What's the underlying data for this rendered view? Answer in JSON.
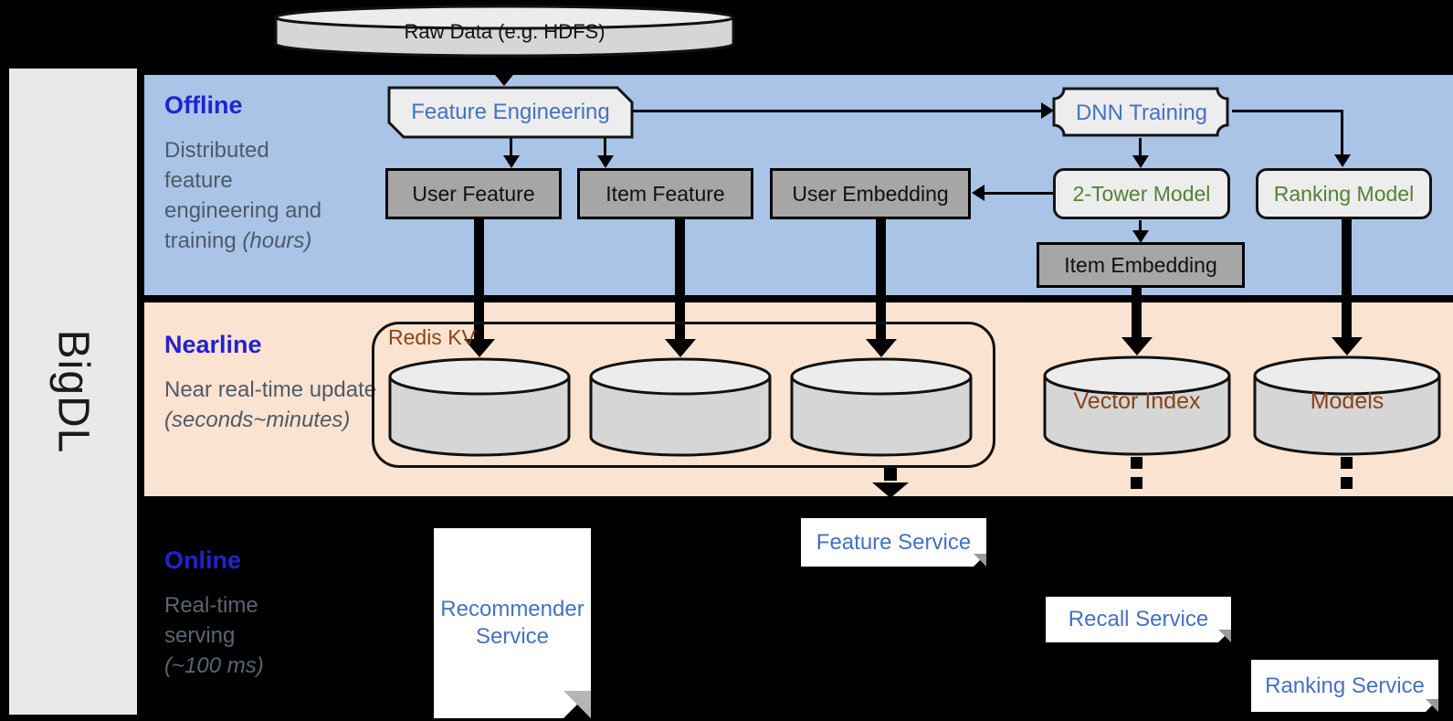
{
  "brand": {
    "label": "BigDL"
  },
  "raw_data": {
    "label": "Raw Data (e.g. HDFS)"
  },
  "bands": {
    "offline": {
      "title": "Offline",
      "description": "Distributed feature engineering and training",
      "description_italic": "(hours)"
    },
    "nearline": {
      "title": "Nearline",
      "description": "Near real-time update",
      "description_italic": "(seconds~minutes)"
    },
    "online": {
      "title": "Online",
      "description": "Real-time serving",
      "description_italic": "(~100 ms)"
    }
  },
  "offline_nodes": {
    "feature_engineering": "Feature Engineering",
    "dnn_training": "DNN Training",
    "user_feature": "User Feature",
    "item_feature": "Item Feature",
    "user_embedding": "User Embedding",
    "two_tower_model": "2-Tower Model",
    "ranking_model": "Ranking Model",
    "item_embedding": "Item Embedding"
  },
  "nearline_nodes": {
    "redis_kv_label": "Redis KV",
    "vector_index": "Vector Index",
    "models": "Models"
  },
  "online_nodes": {
    "recommender_service": "Recommender Service",
    "feature_service": "Feature Service",
    "recall_service": "Recall Service",
    "ranking_service": "Ranking Service"
  },
  "colors": {
    "background": "#000000",
    "sidebar": "#e9e9e9",
    "band_offline": "#aac4e8",
    "band_nearline": "#fbe3d1",
    "band_title_blue": "#2222d0",
    "node_text_blue": "#4472c4",
    "node_text_green": "#538135",
    "node_text_brown": "#8c4317",
    "box_dark_gray": "#a6a6a6",
    "box_light_gray": "#ededed",
    "cylinder_body": "#d6d6d6",
    "cylinder_top": "#ececec"
  }
}
